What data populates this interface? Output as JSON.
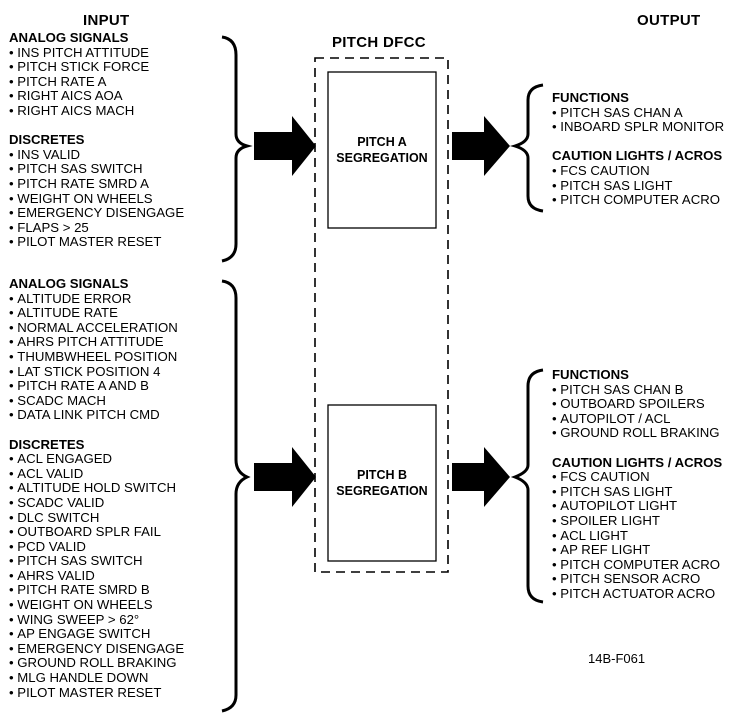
{
  "headers": {
    "input": "INPUT",
    "output": "OUTPUT",
    "dfcc": "PITCH DFCC"
  },
  "input_a": {
    "analog_title": "ANALOG SIGNALS",
    "analog": [
      "INS PITCH ATTITUDE",
      "PITCH STICK FORCE",
      "PITCH RATE A",
      "RIGHT AICS AOA",
      "RIGHT AICS MACH"
    ],
    "discretes_title": "DISCRETES",
    "discretes": [
      "INS VALID",
      "PITCH SAS SWITCH",
      "PITCH RATE SMRD A",
      "WEIGHT ON WHEELS",
      "EMERGENCY DISENGAGE",
      "FLAPS > 25",
      "PILOT MASTER RESET"
    ]
  },
  "input_b": {
    "analog_title": "ANALOG SIGNALS",
    "analog": [
      "ALTITUDE ERROR",
      "ALTITUDE RATE",
      "NORMAL ACCELERATION",
      "AHRS PITCH ATTITUDE",
      "THUMBWHEEL POSITION",
      "LAT STICK POSITION 4",
      "PITCH RATE A AND B",
      "SCADC MACH",
      "DATA LINK PITCH CMD"
    ],
    "discretes_title": "DISCRETES",
    "discretes": [
      "ACL ENGAGED",
      "ACL VALID",
      "ALTITUDE HOLD SWITCH",
      "SCADC VALID",
      "DLC SWITCH",
      "OUTBOARD SPLR FAIL",
      "PCD VALID",
      "PITCH SAS SWITCH",
      "AHRS VALID",
      "PITCH RATE SMRD B",
      "WEIGHT ON WHEELS",
      "WING SWEEP > 62°",
      "AP ENGAGE SWITCH",
      "EMERGENCY DISENGAGE",
      "GROUND ROLL BRAKING",
      "MLG HANDLE DOWN",
      "PILOT MASTER RESET"
    ]
  },
  "box_a": {
    "line1": "PITCH A",
    "line2": "SEGREGATION"
  },
  "box_b": {
    "line1": "PITCH B",
    "line2": "SEGREGATION"
  },
  "output_a": {
    "functions_title": "FUNCTIONS",
    "functions": [
      "PITCH SAS CHAN A",
      "INBOARD SPLR MONITOR"
    ],
    "lights_title": "CAUTION LIGHTS / ACROS",
    "lights": [
      "FCS CAUTION",
      "PITCH SAS LIGHT",
      "PITCH COMPUTER ACRO"
    ]
  },
  "output_b": {
    "functions_title": "FUNCTIONS",
    "functions": [
      "PITCH SAS CHAN B",
      "OUTBOARD SPOILERS",
      "AUTOPILOT / ACL",
      "GROUND ROLL BRAKING"
    ],
    "lights_title": "CAUTION LIGHTS / ACROS",
    "lights": [
      "FCS CAUTION",
      "PITCH SAS LIGHT",
      "AUTOPILOT LIGHT",
      "SPOILER LIGHT",
      "ACL LIGHT",
      "AP REF LIGHT",
      "PITCH COMPUTER ACRO",
      "PITCH SENSOR ACRO",
      "PITCH ACTUATOR ACRO"
    ]
  },
  "figure_id": "14B-F061"
}
